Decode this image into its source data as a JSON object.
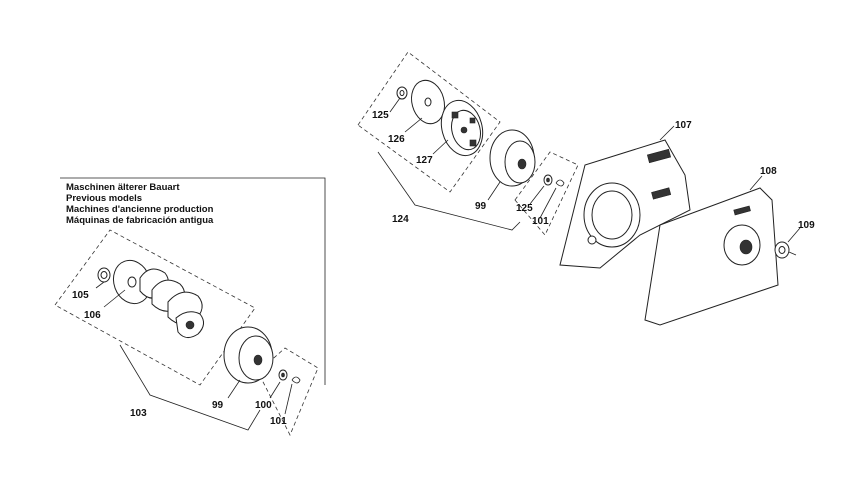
{
  "note": {
    "lines": [
      "Maschinen älterer Bauart",
      "Previous models",
      "Machines d'ancienne production",
      "Máquinas de fabricación antigua"
    ]
  },
  "labels": {
    "p99a": "99",
    "p99b": "99",
    "p100": "100",
    "p101a": "101",
    "p101b": "101",
    "p103": "103",
    "p105": "105",
    "p106": "106",
    "p107": "107",
    "p108": "108",
    "p109": "109",
    "p124": "124",
    "p125a": "125",
    "p125b": "125",
    "p126": "126",
    "p127": "127"
  }
}
